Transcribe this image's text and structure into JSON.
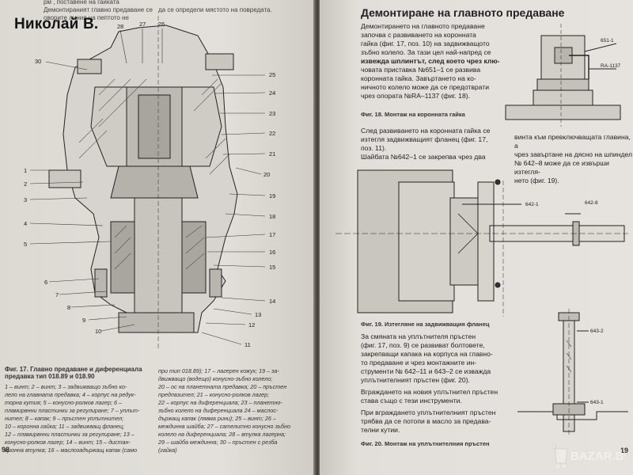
{
  "watermark": "Николай В.",
  "left_page": {
    "top_lines": [
      "рм , поставене на гайката",
      "Демонтираният главно предаване се",
      "оворите линия на пептото не",
      "да се определи мястото на повредата."
    ],
    "callout_numbers": [
      "30",
      "28",
      "27",
      "26",
      "25",
      "24",
      "23",
      "22",
      "21",
      "20",
      "19",
      "18",
      "17",
      "16",
      "15",
      "14",
      "13",
      "12",
      "11",
      "10",
      "9",
      "8",
      "7",
      "6",
      "5",
      "4",
      "3",
      "2",
      "1"
    ],
    "figure_caption_bold": "Фиг. 17. Главно предаване и диференциала",
    "figure_caption_bold_2": "предавка тип 018.89 и 018.90",
    "legend_col1": [
      "1 – винт; 2 – винт; 3 – задвижващо зъбно ко-",
      "лело на главната предавка; 4 – корпус на редук-",
      "торна кутия; 5 – конусно-ролков лагер; 6 –",
      "пламирвнни пластинки за регулиране; 7 – уплът-",
      "нител; 8 – капак; 9 – пръстен уплътнител;",
      "10 – коронна гайка; 11 – задвижващ фланец;",
      "12 – пламирвнни пластинки за регулиране; 13 –",
      "конусно-ролков лагер; 14 – винт; 15 – дистан-",
      "ционна втулка; 16 – маслозадържащ капак (само"
    ],
    "legend_col2": [
      "при тип 018.89); 17 – лагерен кожух; 19 – за-",
      "движващо (водещо) конусно-зъбно колело;",
      "20 – ос на планетната предавка; 20 – пръстен",
      "предпазител; 21 – конусно-ролков лагер;",
      "22 – корпус на диференциала; 23 – планетно-",
      "зъбно колело на диференциала 24 – маслос-",
      "държащ капак (лявма рини); 25 – винт; 26 –",
      "междинна шайба; 27 – сателитно конусно зъбно",
      "колело на диференциала; 28 – втулка лагерна;",
      "29 – шайба междинна; 30 – пръстен с резба",
      "(гайка)"
    ],
    "page_number": "98"
  },
  "right_page": {
    "heading": "Демонтиране на главното предаване",
    "para1": [
      "Демонтирането на главното предаване",
      "започва с развиването на коронната",
      "гайка (фиг. 17, поз. 10) на задвижващото",
      "зъбно колело. За тази цел най-напред се"
    ],
    "para1_bold": "извежда шплинтът, след което чрез клю-",
    "para1_rest": [
      "човата приставка №651–1 се развива",
      "коронната гайка. Завъртането на ко-",
      "ничното колело може да се предотврати",
      "чрез опората №RA–1137 (фиг. 18)."
    ],
    "fig18_labels": [
      "651-1",
      "RA-1137"
    ],
    "fig18_caption": "Фиг. 18. Монтаж на коронната гайка",
    "para2": [
      "След развиването на коронната гайка се",
      "изтегля задвижващият фланец (фиг. 17,",
      "поз. 11).",
      "Шайбата №642–1 се закрепва чрез два"
    ],
    "para2_right": [
      "винта към превключващата главина, а",
      "чрез завъртане на дясно на шпиндел",
      "№ 642–8 може да се извърши изтегля-",
      "нето (фиг. 19)."
    ],
    "fig19_labels": [
      "642-1",
      "642-8"
    ],
    "fig19_caption": "Фиг. 19. Изтегляне на задвижващия фланец",
    "para3": [
      "За смяната на уплътнителя пръстен",
      "(фиг. 17, поз. 9) се развиват болтовете,",
      "закрепващи капака на корпуса на главно-",
      "то предаване и чрез монтажните ин-",
      "струменти № 642–11 и 643–2 се изважда",
      "уплътнителният пръстен (фиг. 20)."
    ],
    "para4": [
      "Вграждането на новия уплътнител пръстен",
      "става също с тези инструменти."
    ],
    "para5": [
      "При вграждането уплътнителният пръстен",
      "трябва да се потопи в масло за предава-",
      "телни кутии."
    ],
    "fig20_labels": [
      "643-2",
      "643-1"
    ],
    "fig20_caption": "Фиг. 20. Монтаж на уплътнителния пръстен",
    "page_number": "19",
    "logo_text": "BAZAR.BG"
  }
}
